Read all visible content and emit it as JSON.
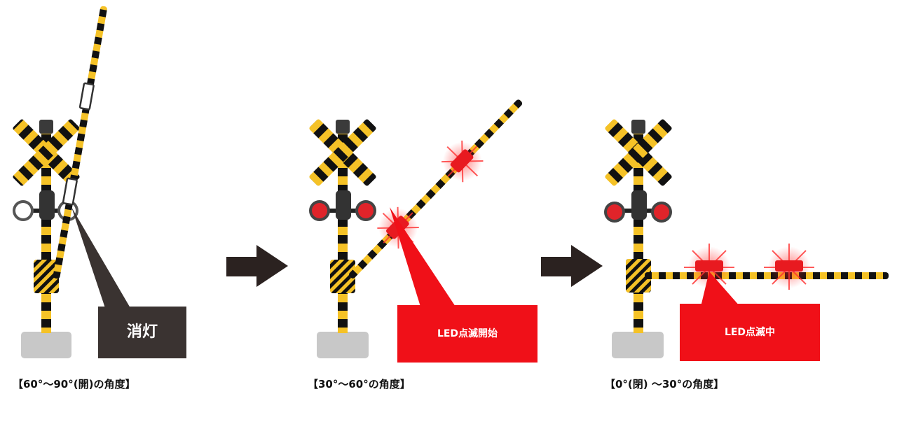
{
  "diagram": {
    "panels": [
      {
        "caption": "【60°～90°(開)の角度】",
        "callout": "消灯",
        "callout_color": "#3a3331",
        "led_state": "off"
      },
      {
        "caption": "【30°～60°の角度】",
        "callout": "LED点滅開始",
        "callout_color": "#f01018",
        "led_state": "flashing"
      },
      {
        "caption": "【0°(閉) ～30°の角度】",
        "callout": "LED点滅中",
        "callout_color": "#f01018",
        "led_state": "flashing"
      }
    ],
    "colors": {
      "stripe_yellow": "#f5c227",
      "stripe_black": "#111111",
      "signal_red": "#e0242a",
      "arrow": "#2b2220",
      "base": "#c8c8c8"
    }
  }
}
